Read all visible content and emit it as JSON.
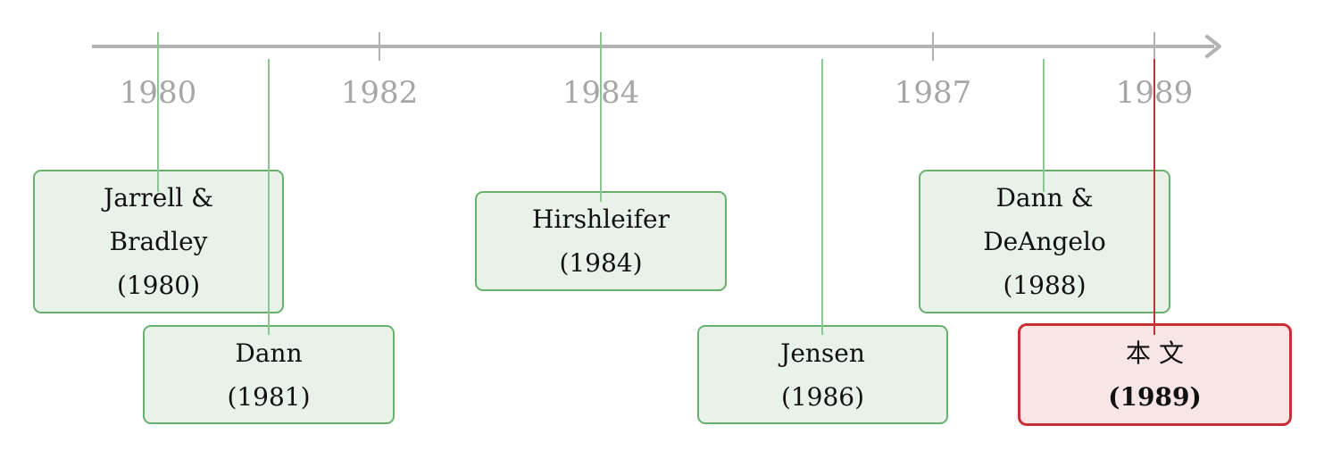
{
  "axis": {
    "years": [
      {
        "label": "1980",
        "year": 1980
      },
      {
        "label": "1982",
        "year": 1982
      },
      {
        "label": "1984",
        "year": 1984
      },
      {
        "label": "1987",
        "year": 1987
      },
      {
        "label": "1989",
        "year": 1989
      }
    ]
  },
  "events": [
    {
      "lines": [
        "Jarrell &",
        "Bradley"
      ],
      "year_label": "(1980)",
      "year": 1980
    },
    {
      "lines": [
        "Dann"
      ],
      "year_label": "(1981)",
      "year": 1981
    },
    {
      "lines": [
        "Hirshleifer"
      ],
      "year_label": "(1984)",
      "year": 1984
    },
    {
      "lines": [
        "Jensen"
      ],
      "year_label": "(1986)",
      "year": 1986
    },
    {
      "lines": [
        "Dann &",
        "DeAngelo"
      ],
      "year_label": "(1988)",
      "year": 1988
    },
    {
      "lines": [
        "本 文"
      ],
      "year_label": "(1989)",
      "year": 1989,
      "current": true
    }
  ],
  "colors": {
    "axis": "#b3b3b3",
    "event_border": "#69b06f",
    "event_fill": "#e8f2e9",
    "event_connector": "#8cc493",
    "current_border": "#c62f34",
    "current_fill": "#f8e5e6",
    "current_connector": "#c62f34"
  }
}
